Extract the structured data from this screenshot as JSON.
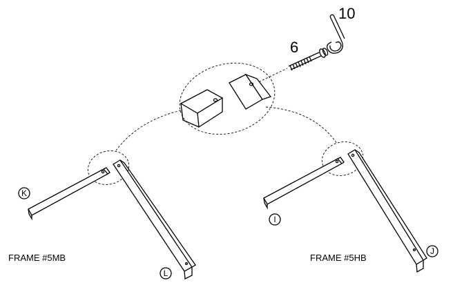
{
  "part_numbers": {
    "hex_key": "10",
    "bolt": "6"
  },
  "part_letters": {
    "left_rail": "K",
    "left_leg": "L",
    "right_rail": "I",
    "right_leg": "J"
  },
  "frames": {
    "left_label": "FRAME #5MB",
    "right_label": "FRAME #5HB"
  }
}
